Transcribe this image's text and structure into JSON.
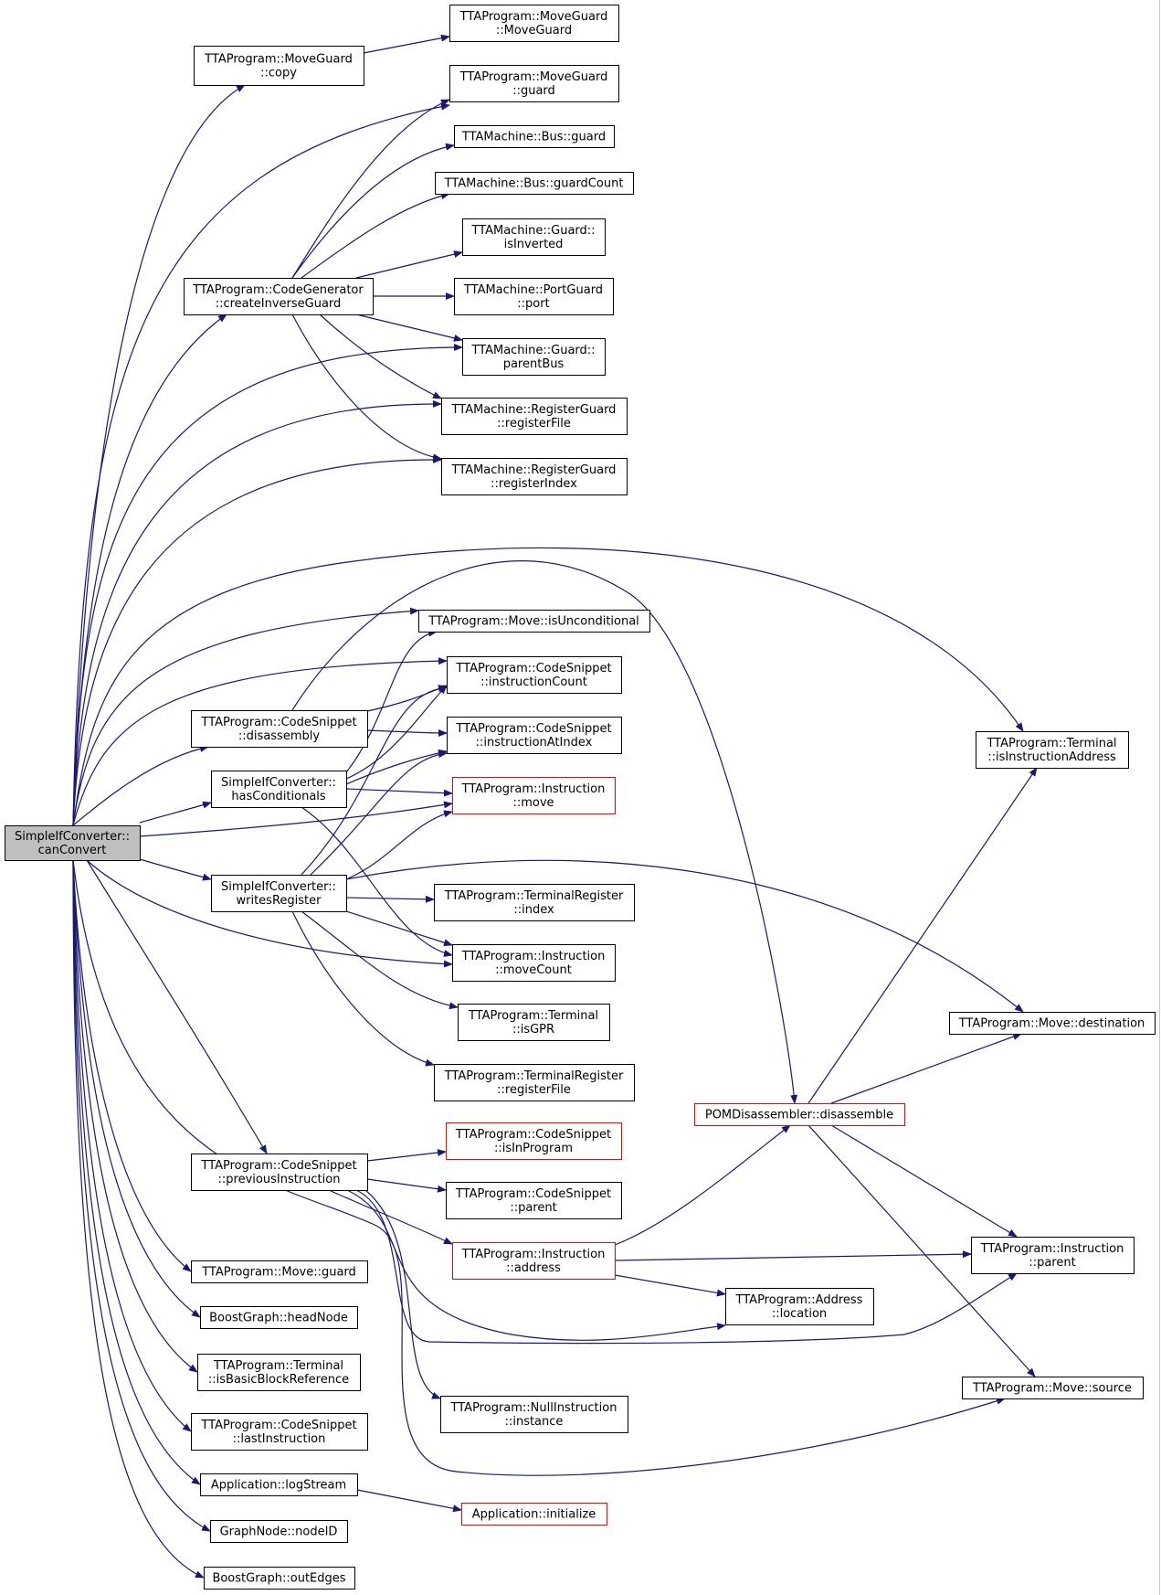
{
  "colors": {
    "edge": "#191970",
    "node_border": "#000000",
    "truncated_border": "#ff0000",
    "root_fill": "#bfbfbf",
    "node_fill": "#ffffff"
  },
  "nodes": [
    {
      "id": "root",
      "lines": [
        "SimpleIfConverter::",
        "canConvert"
      ],
      "style": "root"
    },
    {
      "id": "mg_copy",
      "lines": [
        "TTAProgram::MoveGuard",
        "::copy"
      ],
      "style": "normal"
    },
    {
      "id": "mg_ctor",
      "lines": [
        "TTAProgram::MoveGuard",
        "::MoveGuard"
      ],
      "style": "normal"
    },
    {
      "id": "mg_guard",
      "lines": [
        "TTAProgram::MoveGuard",
        "::guard"
      ],
      "style": "normal"
    },
    {
      "id": "bus_guard",
      "lines": [
        "TTAMachine::Bus::guard"
      ],
      "style": "normal"
    },
    {
      "id": "bus_gc",
      "lines": [
        "TTAMachine::Bus::guardCount"
      ],
      "style": "normal"
    },
    {
      "id": "g_inv",
      "lines": [
        "TTAMachine::Guard::",
        "isInverted"
      ],
      "style": "normal"
    },
    {
      "id": "cg",
      "lines": [
        "TTAProgram::CodeGenerator",
        "::createInverseGuard"
      ],
      "style": "normal"
    },
    {
      "id": "pg_port",
      "lines": [
        "TTAMachine::PortGuard",
        "::port"
      ],
      "style": "normal"
    },
    {
      "id": "g_pbus",
      "lines": [
        "TTAMachine::Guard::",
        "parentBus"
      ],
      "style": "normal"
    },
    {
      "id": "rg_rf",
      "lines": [
        "TTAMachine::RegisterGuard",
        "::registerFile"
      ],
      "style": "normal"
    },
    {
      "id": "rg_ri",
      "lines": [
        "TTAMachine::RegisterGuard",
        "::registerIndex"
      ],
      "style": "normal"
    },
    {
      "id": "mv_uncond",
      "lines": [
        "TTAProgram::Move::isUnconditional"
      ],
      "style": "normal"
    },
    {
      "id": "cs_icount",
      "lines": [
        "TTAProgram::CodeSnippet",
        "::instructionCount"
      ],
      "style": "normal"
    },
    {
      "id": "cs_dis",
      "lines": [
        "TTAProgram::CodeSnippet",
        "::disassembly"
      ],
      "style": "normal"
    },
    {
      "id": "cs_iat",
      "lines": [
        "TTAProgram::CodeSnippet",
        "::instructionAtIndex"
      ],
      "style": "normal"
    },
    {
      "id": "term_iia",
      "lines": [
        "TTAProgram::Terminal",
        "::isInstructionAddress"
      ],
      "style": "normal"
    },
    {
      "id": "sic_hc",
      "lines": [
        "SimpleIfConverter::",
        "hasConditionals"
      ],
      "style": "normal"
    },
    {
      "id": "ins_move",
      "lines": [
        "TTAProgram::Instruction",
        "::move"
      ],
      "style": "truncated"
    },
    {
      "id": "sic_wr",
      "lines": [
        "SimpleIfConverter::",
        "writesRegister"
      ],
      "style": "normal"
    },
    {
      "id": "tr_index",
      "lines": [
        "TTAProgram::TerminalRegister",
        "::index"
      ],
      "style": "normal"
    },
    {
      "id": "ins_mc",
      "lines": [
        "TTAProgram::Instruction",
        "::moveCount"
      ],
      "style": "normal"
    },
    {
      "id": "term_gpr",
      "lines": [
        "TTAProgram::Terminal",
        "::isGPR"
      ],
      "style": "normal"
    },
    {
      "id": "mv_dest",
      "lines": [
        "TTAProgram::Move::destination"
      ],
      "style": "normal"
    },
    {
      "id": "tr_rf",
      "lines": [
        "TTAProgram::TerminalRegister",
        "::registerFile"
      ],
      "style": "normal"
    },
    {
      "id": "pom_dis",
      "lines": [
        "POMDisassembler::disassemble"
      ],
      "style": "truncated"
    },
    {
      "id": "cs_prev",
      "lines": [
        "TTAProgram::CodeSnippet",
        "::previousInstruction"
      ],
      "style": "normal"
    },
    {
      "id": "cs_inprog",
      "lines": [
        "TTAProgram::CodeSnippet",
        "::isInProgram"
      ],
      "style": "truncated"
    },
    {
      "id": "cs_parent",
      "lines": [
        "TTAProgram::CodeSnippet",
        "::parent"
      ],
      "style": "normal"
    },
    {
      "id": "ins_addr",
      "lines": [
        "TTAProgram::Instruction",
        "::address"
      ],
      "style": "truncated"
    },
    {
      "id": "ins_parent",
      "lines": [
        "TTAProgram::Instruction",
        "::parent"
      ],
      "style": "normal"
    },
    {
      "id": "mv_guard",
      "lines": [
        "TTAProgram::Move::guard"
      ],
      "style": "normal"
    },
    {
      "id": "addr_loc",
      "lines": [
        "TTAProgram::Address",
        "::location"
      ],
      "style": "normal"
    },
    {
      "id": "bg_head",
      "lines": [
        "BoostGraph::headNode"
      ],
      "style": "normal"
    },
    {
      "id": "term_ibbr",
      "lines": [
        "TTAProgram::Terminal",
        "::isBasicBlockReference"
      ],
      "style": "normal"
    },
    {
      "id": "mv_src",
      "lines": [
        "TTAProgram::Move::source"
      ],
      "style": "normal"
    },
    {
      "id": "cs_last",
      "lines": [
        "TTAProgram::CodeSnippet",
        "::lastInstruction"
      ],
      "style": "normal"
    },
    {
      "id": "ni_inst",
      "lines": [
        "TTAProgram::NullInstruction",
        "::instance"
      ],
      "style": "normal"
    },
    {
      "id": "app_log",
      "lines": [
        "Application::logStream"
      ],
      "style": "normal"
    },
    {
      "id": "app_init",
      "lines": [
        "Application::initialize"
      ],
      "style": "truncated"
    },
    {
      "id": "gn_id",
      "lines": [
        "GraphNode::nodeID"
      ],
      "style": "normal"
    },
    {
      "id": "bg_out",
      "lines": [
        "BoostGraph::outEdges"
      ],
      "style": "normal"
    }
  ],
  "edges": [
    {
      "from": "root",
      "to": "mg_copy"
    },
    {
      "from": "root",
      "to": "mg_guard"
    },
    {
      "from": "root",
      "to": "cg"
    },
    {
      "from": "root",
      "to": "g_pbus"
    },
    {
      "from": "root",
      "to": "rg_rf"
    },
    {
      "from": "root",
      "to": "rg_ri"
    },
    {
      "from": "root",
      "to": "term_iia"
    },
    {
      "from": "root",
      "to": "mv_uncond"
    },
    {
      "from": "root",
      "to": "cs_icount"
    },
    {
      "from": "root",
      "to": "cs_dis"
    },
    {
      "from": "root",
      "to": "sic_hc"
    },
    {
      "from": "root",
      "to": "ins_move"
    },
    {
      "from": "root",
      "to": "sic_wr"
    },
    {
      "from": "root",
      "to": "ins_mc"
    },
    {
      "from": "root",
      "to": "cs_prev"
    },
    {
      "from": "root",
      "to": "mv_guard"
    },
    {
      "from": "root",
      "to": "bg_head"
    },
    {
      "from": "root",
      "to": "term_ibbr"
    },
    {
      "from": "root",
      "to": "cs_last"
    },
    {
      "from": "root",
      "to": "app_log"
    },
    {
      "from": "root",
      "to": "gn_id"
    },
    {
      "from": "root",
      "to": "bg_out"
    },
    {
      "from": "root",
      "to": "mv_src"
    },
    {
      "from": "mg_copy",
      "to": "mg_ctor"
    },
    {
      "from": "cg",
      "to": "mg_guard"
    },
    {
      "from": "cg",
      "to": "bus_guard"
    },
    {
      "from": "cg",
      "to": "bus_gc"
    },
    {
      "from": "cg",
      "to": "g_inv"
    },
    {
      "from": "cg",
      "to": "pg_port"
    },
    {
      "from": "cg",
      "to": "g_pbus"
    },
    {
      "from": "cg",
      "to": "rg_rf"
    },
    {
      "from": "cg",
      "to": "rg_ri"
    },
    {
      "from": "cs_dis",
      "to": "cs_icount"
    },
    {
      "from": "cs_dis",
      "to": "cs_iat"
    },
    {
      "from": "cs_dis",
      "to": "pom_dis"
    },
    {
      "from": "sic_hc",
      "to": "mv_uncond"
    },
    {
      "from": "sic_hc",
      "to": "cs_icount"
    },
    {
      "from": "sic_hc",
      "to": "cs_iat"
    },
    {
      "from": "sic_hc",
      "to": "ins_move"
    },
    {
      "from": "sic_hc",
      "to": "ins_mc"
    },
    {
      "from": "sic_wr",
      "to": "cs_icount"
    },
    {
      "from": "sic_wr",
      "to": "cs_iat"
    },
    {
      "from": "sic_wr",
      "to": "ins_move"
    },
    {
      "from": "sic_wr",
      "to": "tr_index"
    },
    {
      "from": "sic_wr",
      "to": "ins_mc"
    },
    {
      "from": "sic_wr",
      "to": "term_gpr"
    },
    {
      "from": "sic_wr",
      "to": "tr_rf"
    },
    {
      "from": "sic_wr",
      "to": "mv_dest"
    },
    {
      "from": "pom_dis",
      "to": "term_iia"
    },
    {
      "from": "pom_dis",
      "to": "mv_dest"
    },
    {
      "from": "pom_dis",
      "to": "ins_parent"
    },
    {
      "from": "pom_dis",
      "to": "mv_src"
    },
    {
      "from": "cs_prev",
      "to": "cs_inprog"
    },
    {
      "from": "cs_prev",
      "to": "cs_parent"
    },
    {
      "from": "cs_prev",
      "to": "ins_addr"
    },
    {
      "from": "cs_prev",
      "to": "addr_loc"
    },
    {
      "from": "cs_prev",
      "to": "ins_parent"
    },
    {
      "from": "cs_prev",
      "to": "ni_inst"
    },
    {
      "from": "ins_addr",
      "to": "pom_dis"
    },
    {
      "from": "ins_addr",
      "to": "ins_parent"
    },
    {
      "from": "ins_addr",
      "to": "addr_loc"
    },
    {
      "from": "app_log",
      "to": "app_init"
    }
  ]
}
